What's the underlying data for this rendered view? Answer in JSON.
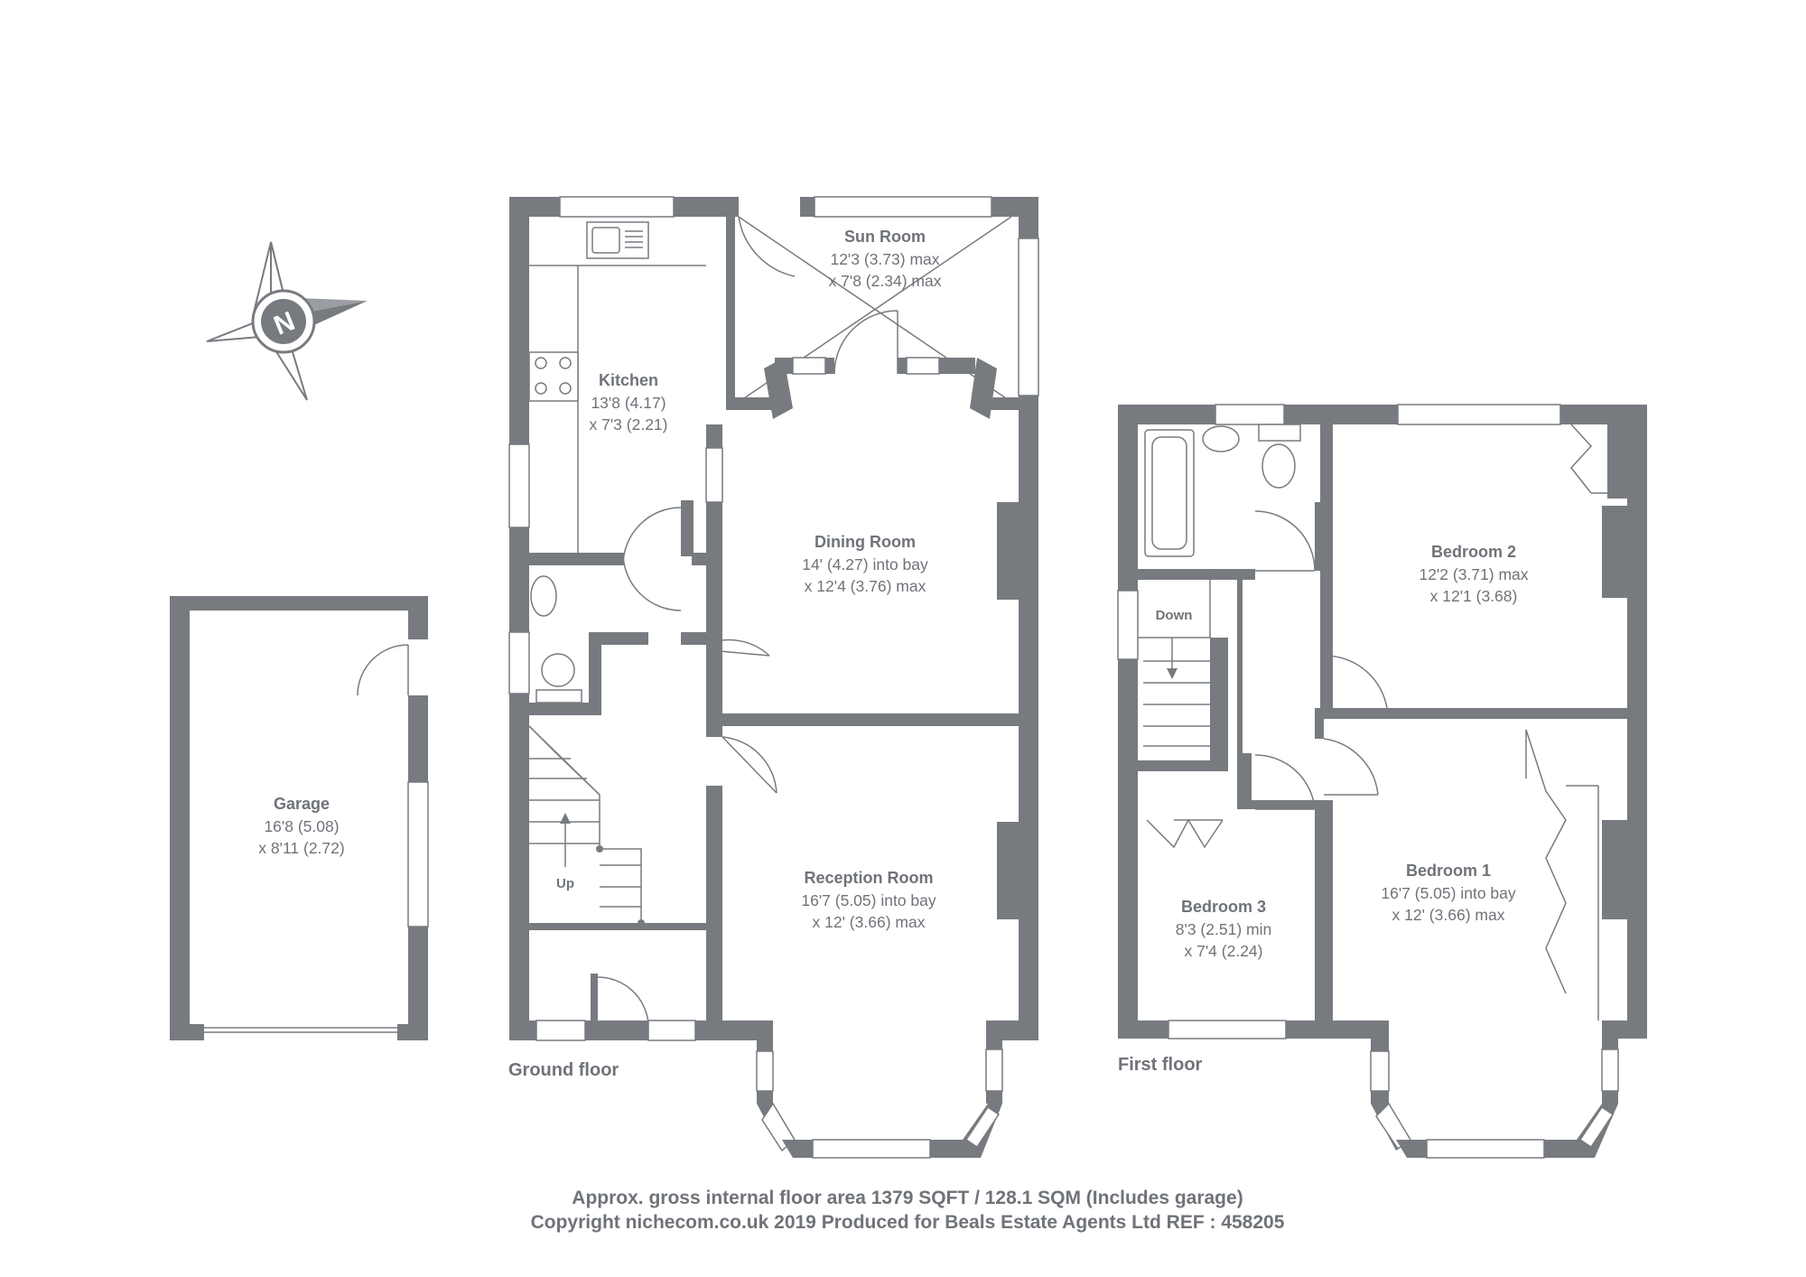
{
  "rooms": {
    "sun_room": {
      "name": "Sun Room",
      "dim1": "12'3 (3.73) max",
      "dim2": "x 7'8 (2.34) max"
    },
    "kitchen": {
      "name": "Kitchen",
      "dim1": "13'8 (4.17)",
      "dim2": "x 7'3 (2.21)"
    },
    "dining": {
      "name": "Dining Room",
      "dim1": "14' (4.27) into bay",
      "dim2": "x 12'4 (3.76) max"
    },
    "reception": {
      "name": "Reception Room",
      "dim1": "16'7 (5.05) into bay",
      "dim2": "x 12' (3.66) max"
    },
    "garage": {
      "name": "Garage",
      "dim1": "16'8 (5.08)",
      "dim2": "x 8'11 (2.72)"
    },
    "bedroom1": {
      "name": "Bedroom 1",
      "dim1": "16'7 (5.05) into bay",
      "dim2": "x 12' (3.66) max"
    },
    "bedroom2": {
      "name": "Bedroom 2",
      "dim1": "12'2 (3.71) max",
      "dim2": "x 12'1 (3.68)"
    },
    "bedroom3": {
      "name": "Bedroom 3",
      "dim1": "8'3 (2.51) min",
      "dim2": "x 7'4 (2.24)"
    }
  },
  "stairs": {
    "up_label": "Up",
    "down_label": "Down"
  },
  "floors": {
    "ground": "Ground floor",
    "first": "First floor"
  },
  "compass": {
    "letter": "N"
  },
  "footer": {
    "line1": "Approx. gross internal floor area 1379 SQFT / 128.1 SQM (Includes garage)",
    "line2": "Copyright nichecom.co.uk 2019 Produced for Beals Estate Agents Ltd REF : 458205"
  },
  "colors": {
    "wall": "#777b80",
    "text": "#6f7379",
    "background": "#ffffff"
  }
}
